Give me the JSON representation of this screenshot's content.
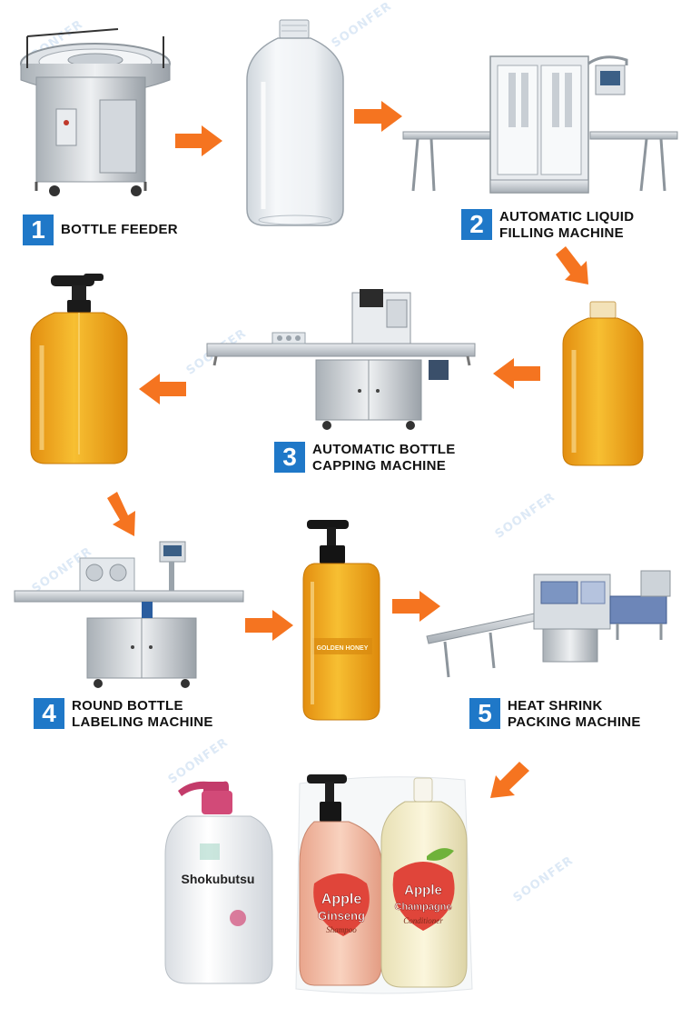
{
  "steps": [
    {
      "number": "1",
      "line1": "BOTTLE FEEDER",
      "line2": ""
    },
    {
      "number": "2",
      "line1": "AUTOMATIC LIQUID",
      "line2": "FILLING MACHINE"
    },
    {
      "number": "3",
      "line1": "AUTOMATIC BOTTLE",
      "line2": "CAPPING MACHINE"
    },
    {
      "number": "4",
      "line1": "ROUND BOTTLE",
      "line2": "LABELING MACHINE"
    },
    {
      "number": "5",
      "line1": "HEAT SHRINK",
      "line2": "PACKING MACHINE"
    }
  ],
  "products": {
    "white_bottle_brand": "Shokubutsu",
    "red_label_line1": "Apple",
    "red_label_line2": "Ginseng",
    "red_label_line3": "Shampoo",
    "green_label_line1": "Apple",
    "green_label_line2": "Champagne",
    "green_label_line3": "Conditioner",
    "amber_label": "GOLDEN HONEY"
  },
  "watermark": "SOONFER",
  "colors": {
    "accent": "#1f78c8",
    "arrow": "#f57420",
    "liquid": "#f2a81c",
    "steel": "#c9ced3"
  }
}
